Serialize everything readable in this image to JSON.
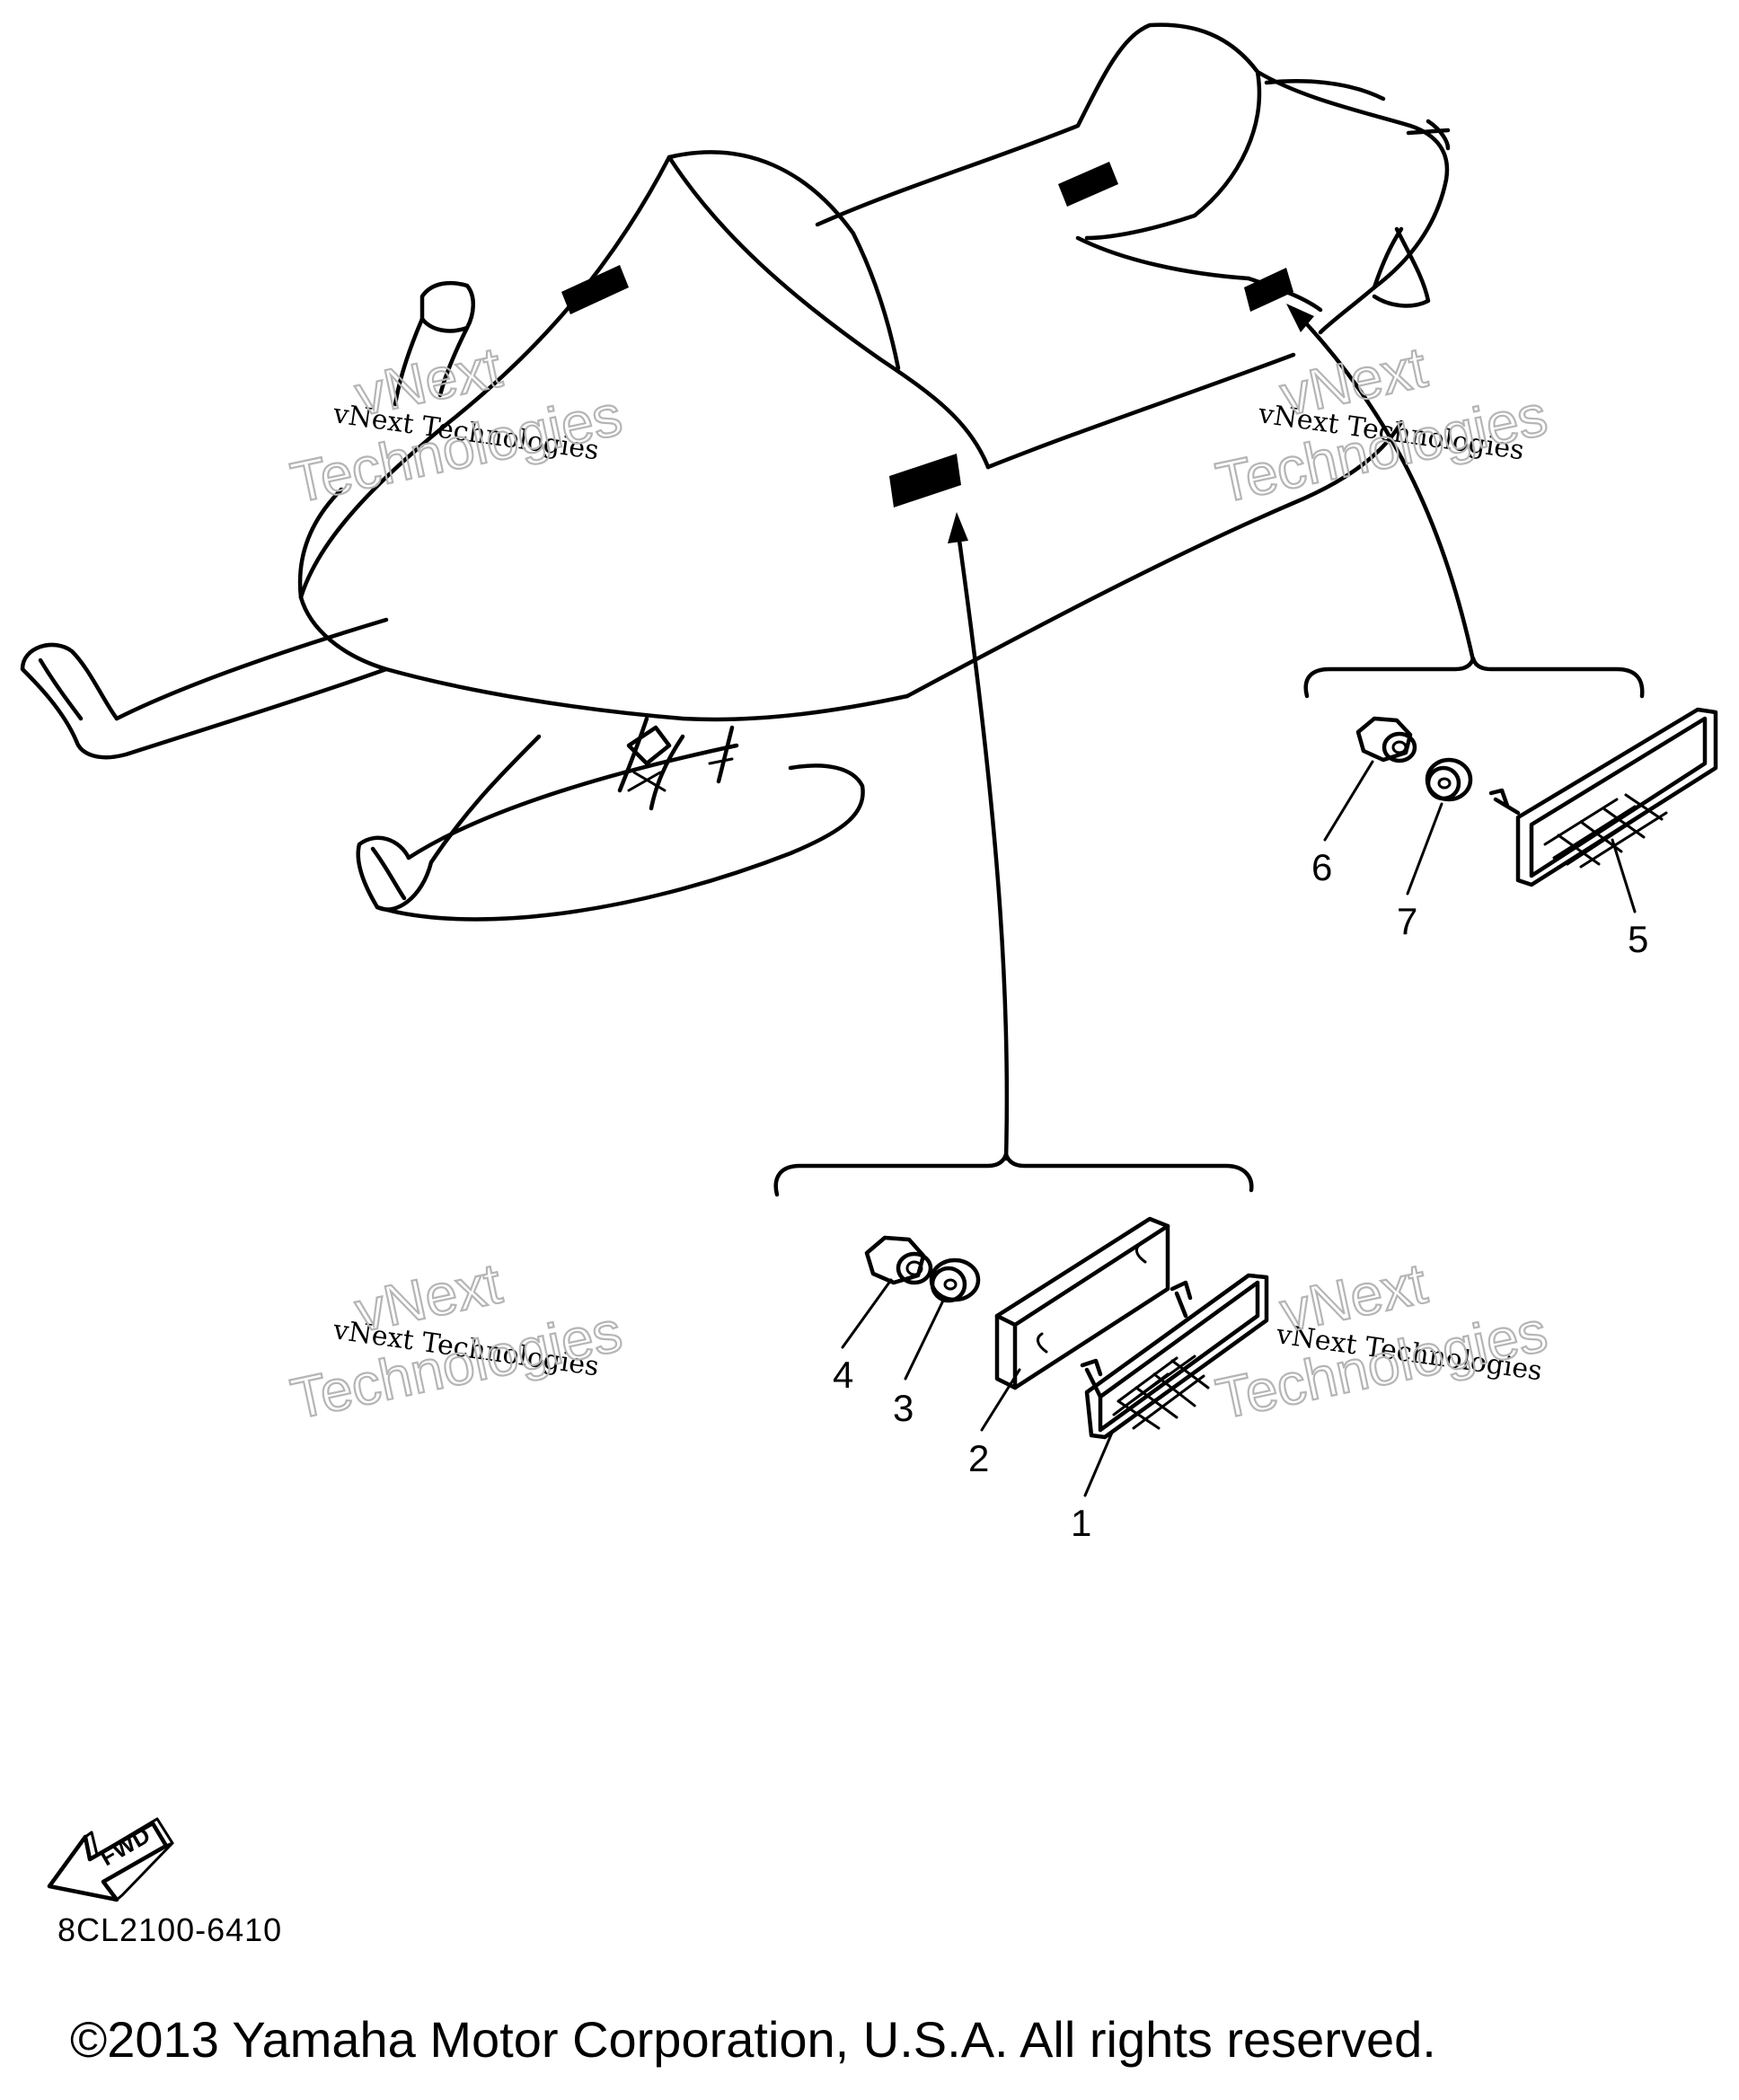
{
  "diagram": {
    "callouts": [
      {
        "id": "1",
        "label": "1"
      },
      {
        "id": "2",
        "label": "2"
      },
      {
        "id": "3",
        "label": "3"
      },
      {
        "id": "4",
        "label": "4"
      },
      {
        "id": "5",
        "label": "5"
      },
      {
        "id": "6",
        "label": "6"
      },
      {
        "id": "7",
        "label": "7"
      }
    ],
    "fwd_label": "FWD",
    "watermark": {
      "line_small": "vNext Technologies",
      "line_big_1": "vNext",
      "line_big_2": "Technologies"
    }
  },
  "footer": {
    "part_code": "8CL2100-6410",
    "copyright": "©2013 Yamaha Motor Corporation, U.S.A. All rights reserved."
  }
}
